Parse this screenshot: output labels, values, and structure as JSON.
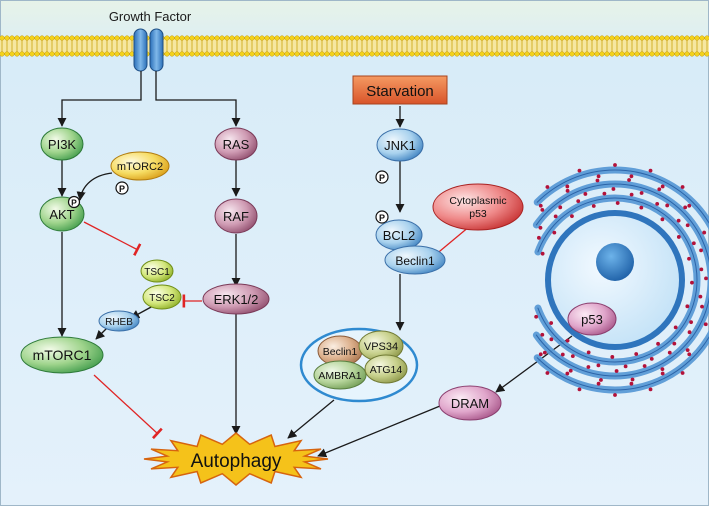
{
  "membrane": {
    "label": "Growth Factor"
  },
  "nodes": {
    "pi3k": "PI3K",
    "akt": "AKT",
    "mtorc2": "mTORC2",
    "tsc1": "TSC1",
    "tsc2": "TSC2",
    "rheb": "RHEB",
    "mtorc1": "mTORC1",
    "ras": "RAS",
    "raf": "RAF",
    "erk": "ERK1/2",
    "starvation": "Starvation",
    "jnk1": "JNK1",
    "bcl2": "BCL2",
    "beclin1": "Beclin1",
    "cyto_p53_line1": "Cytoplasmic",
    "cyto_p53_line2": "p53",
    "complex_beclin1": "Beclin1",
    "vps34": "VPS34",
    "ambra1": "AMBRA1",
    "atg14": "ATG14",
    "p53": "p53",
    "dram": "DRAM",
    "autophagy": "Autophagy"
  },
  "phospho_label": "P",
  "colors": {
    "background": "#dcedf8",
    "membrane": "#f3d21c",
    "activation_arrow": "#1a1a1a",
    "inhibition": "#e02424",
    "starvation_box": "#e8703a",
    "autophagy_star": "#f5c21a",
    "nucleus": "#3f86c8"
  }
}
